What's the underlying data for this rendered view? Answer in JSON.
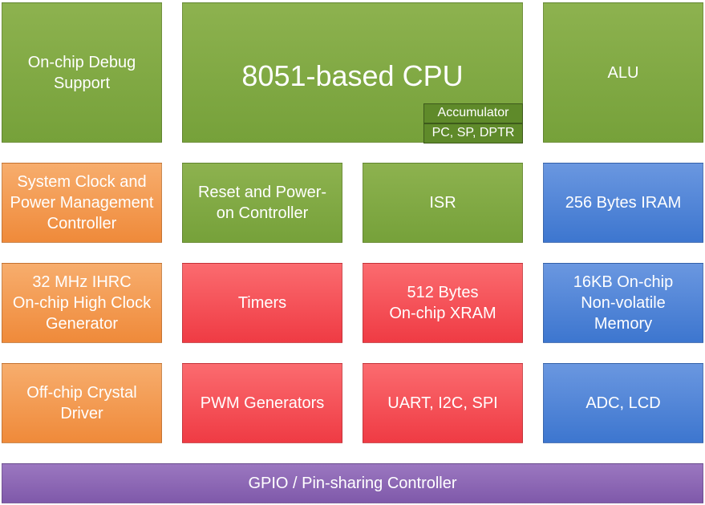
{
  "blocks": {
    "debug": "On-chip Debug\nSupport",
    "cpu": "8051-based CPU",
    "accumulator": "Accumulator",
    "registers": "PC, SP, DPTR",
    "alu": "ALU",
    "clock_mgmt": "System Clock and\nPower Management\nController",
    "reset": "Reset and Power-\non Controller",
    "isr": "ISR",
    "iram": "256 Bytes IRAM",
    "ihrc": "32 MHz IHRC\nOn-chip High Clock\nGenerator",
    "timers": "Timers",
    "xram": "512 Bytes\nOn-chip XRAM",
    "nvm": "16KB On-chip\nNon-volatile\nMemory",
    "crystal": "Off-chip Crystal\nDriver",
    "pwm": "PWM Generators",
    "serial": "UART, I2C, SPI",
    "adc": "ADC, LCD",
    "gpio": "GPIO / Pin-sharing Controller"
  },
  "colors": {
    "green": "#76a13a",
    "orange": "#ef8a3a",
    "red": "#ef3b44",
    "blue": "#3d76cf",
    "purple": "#7f59aa"
  }
}
